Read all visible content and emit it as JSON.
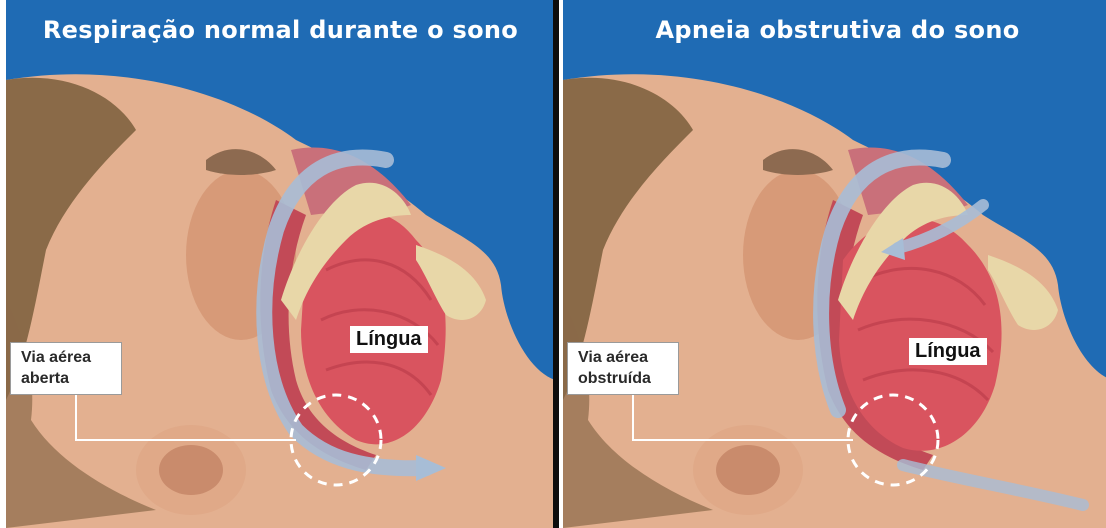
{
  "panels": [
    {
      "title": "Respiração normal durante o sono",
      "airway_label": "Via aérea\naberta",
      "tongue_label": "Língua"
    },
    {
      "title": "Apneia obstrutiva do sono",
      "airway_label": "Via aérea\nobstruída",
      "tongue_label": "Língua"
    }
  ],
  "colors": {
    "background": "#1f6bb4",
    "skin": "#e6b595",
    "hair": "#8a6a48",
    "tissue": "#d9545f",
    "airflow": "#9fb6d0",
    "bone": "#e8d7a8"
  }
}
